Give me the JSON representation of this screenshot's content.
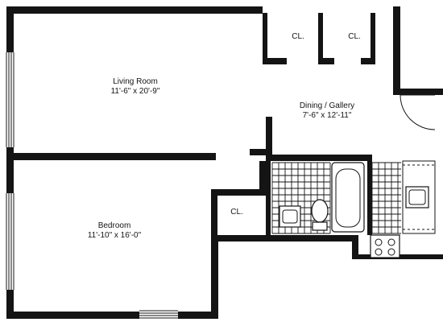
{
  "rooms": {
    "living_room": {
      "name": "Living Room",
      "dimensions": "11'-6\" x 20'-9\""
    },
    "dining_gallery": {
      "name": "Dining / Gallery",
      "dimensions": "7'-6\" x 12'-11\""
    },
    "bedroom": {
      "name": "Bedroom",
      "dimensions": "11'-10\" x 16'-0\""
    }
  },
  "closets": {
    "closet_1": "CL.",
    "closet_2": "CL.",
    "closet_3": "CL."
  },
  "colors": {
    "ink": "#141414",
    "paper": "#ffffff"
  }
}
